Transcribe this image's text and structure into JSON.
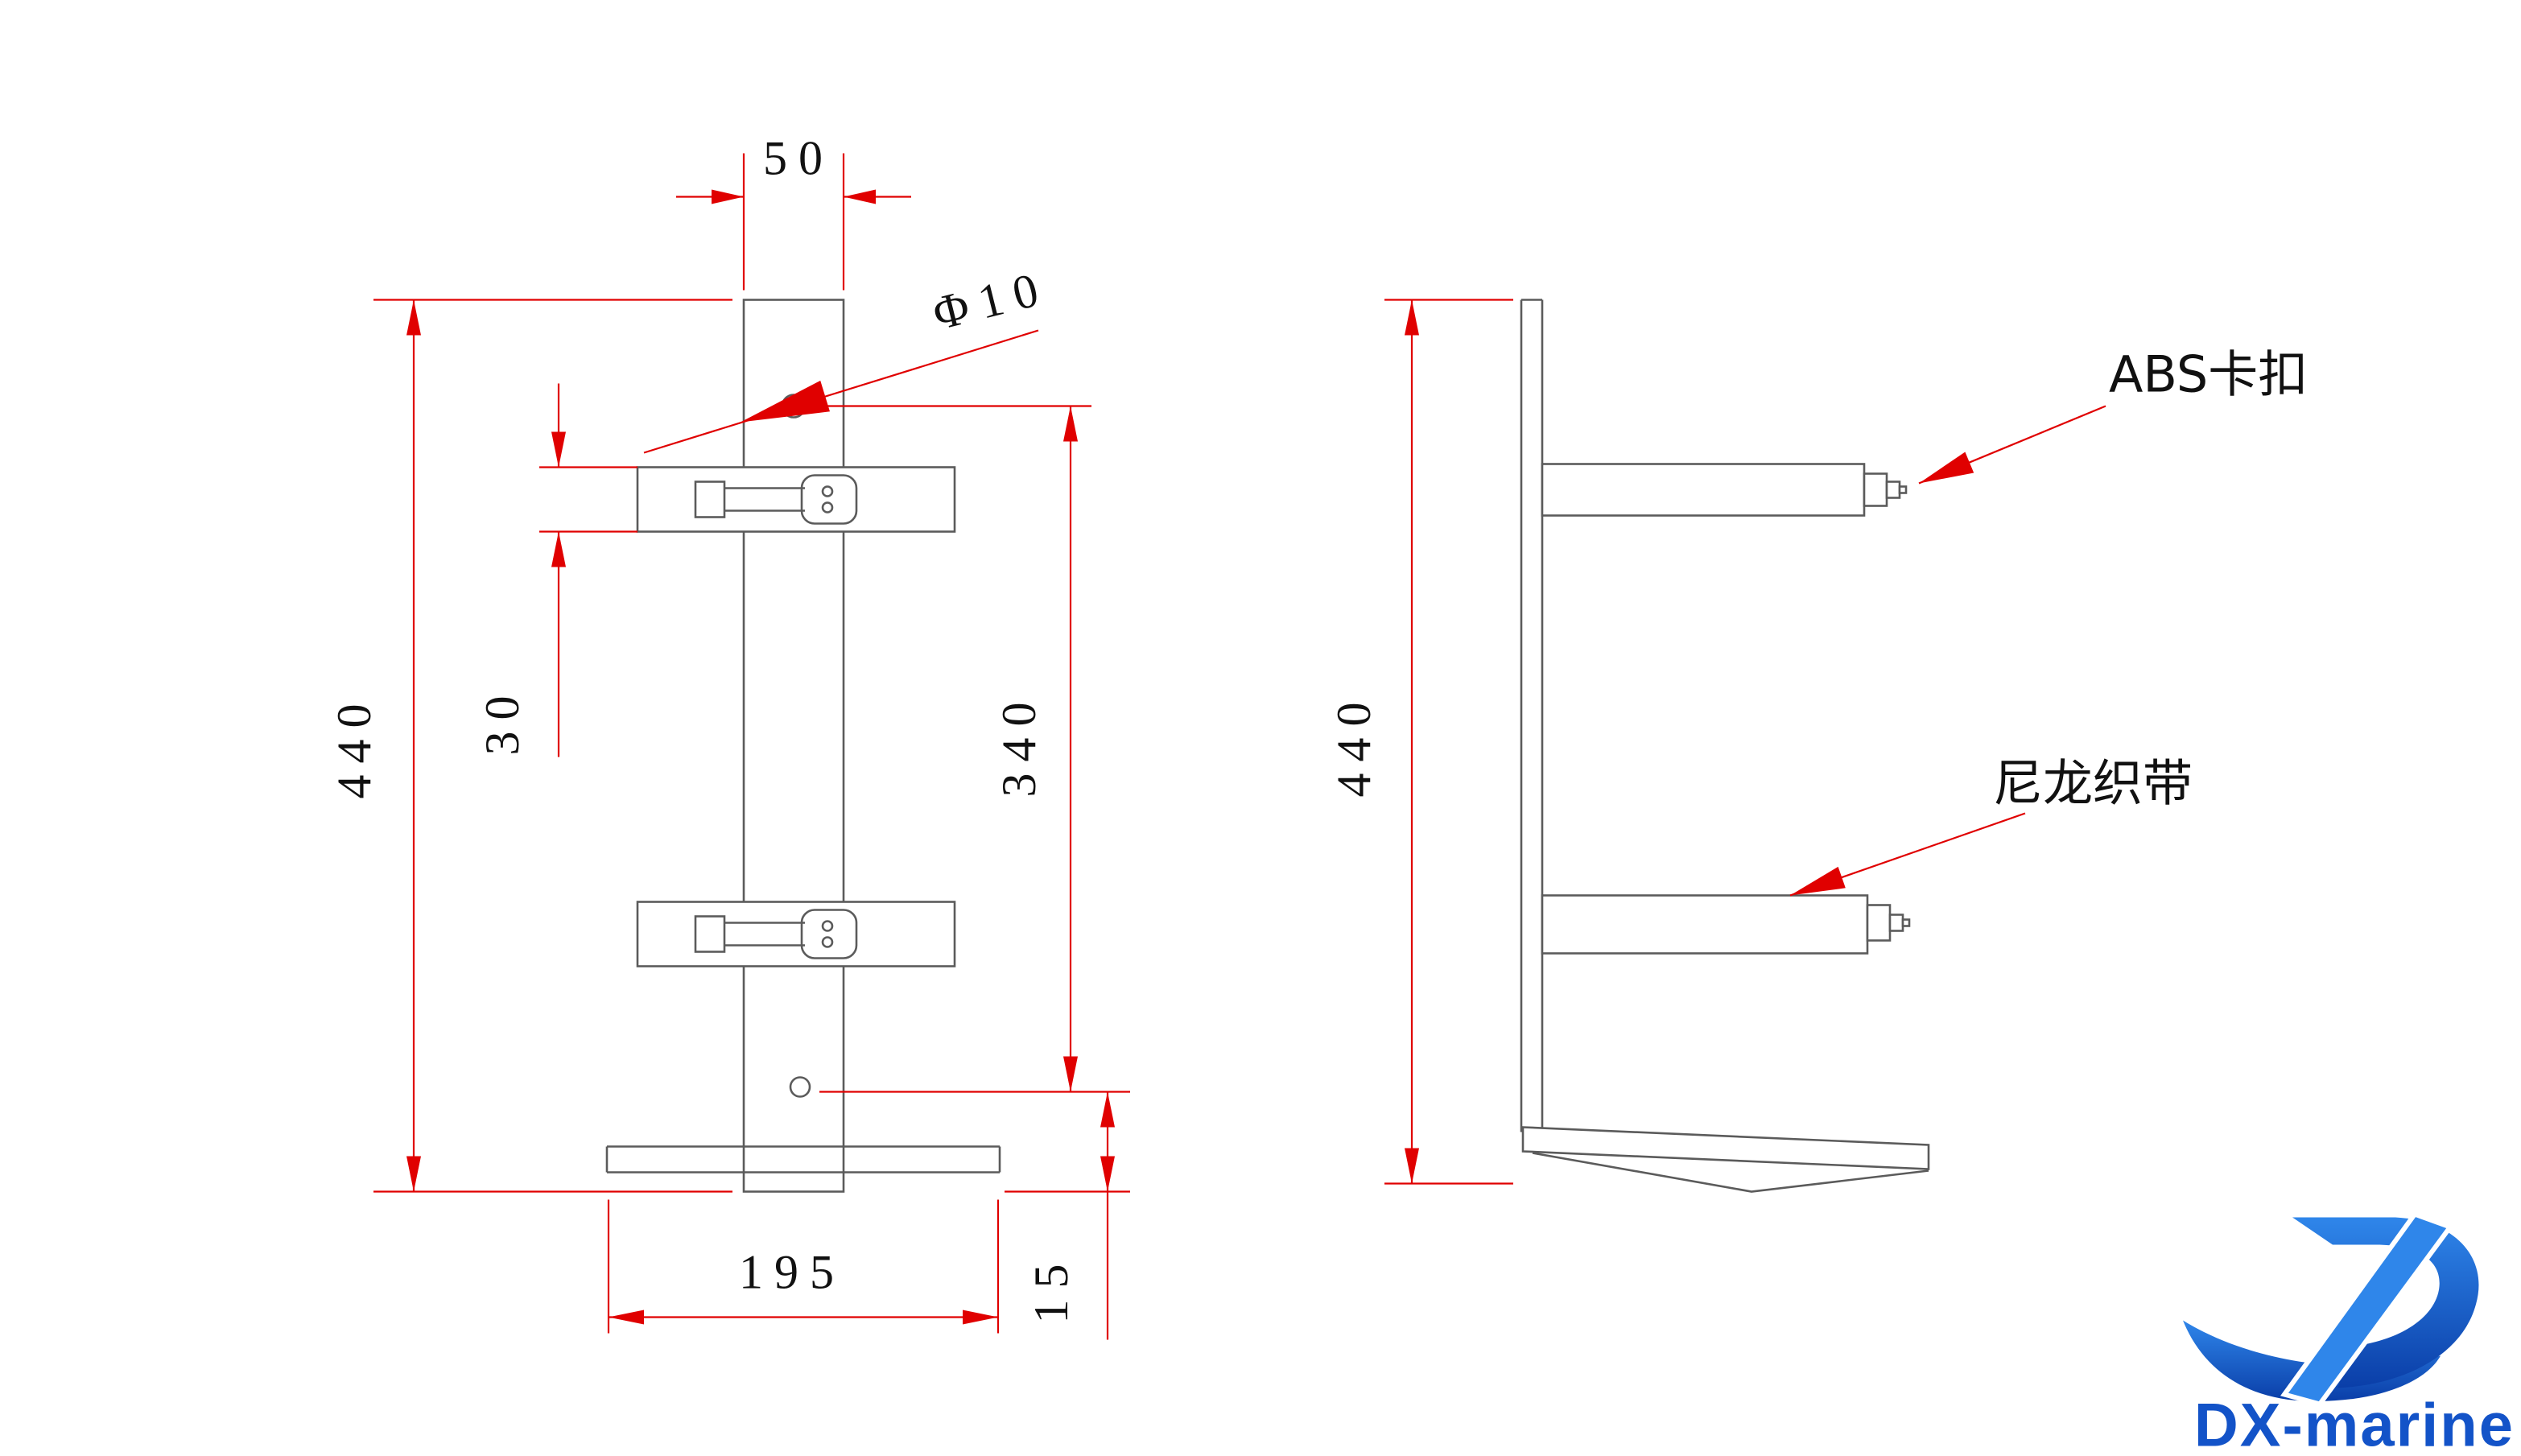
{
  "drawing": {
    "front_view": {
      "dim_top_width": "50",
      "dim_hole_diameter": "Φ10",
      "dim_overall_height": "440",
      "dim_strap_height": "30",
      "dim_hole_spacing": "340",
      "dim_base_width": "195",
      "dim_base_offset": "15"
    },
    "side_view": {
      "dim_overall_height": "440",
      "labels": {
        "abs_buckle": "ABS卡扣",
        "nylon_webbing": "尼龙织带"
      }
    }
  },
  "branding": {
    "logo_text": "DX-marine"
  }
}
